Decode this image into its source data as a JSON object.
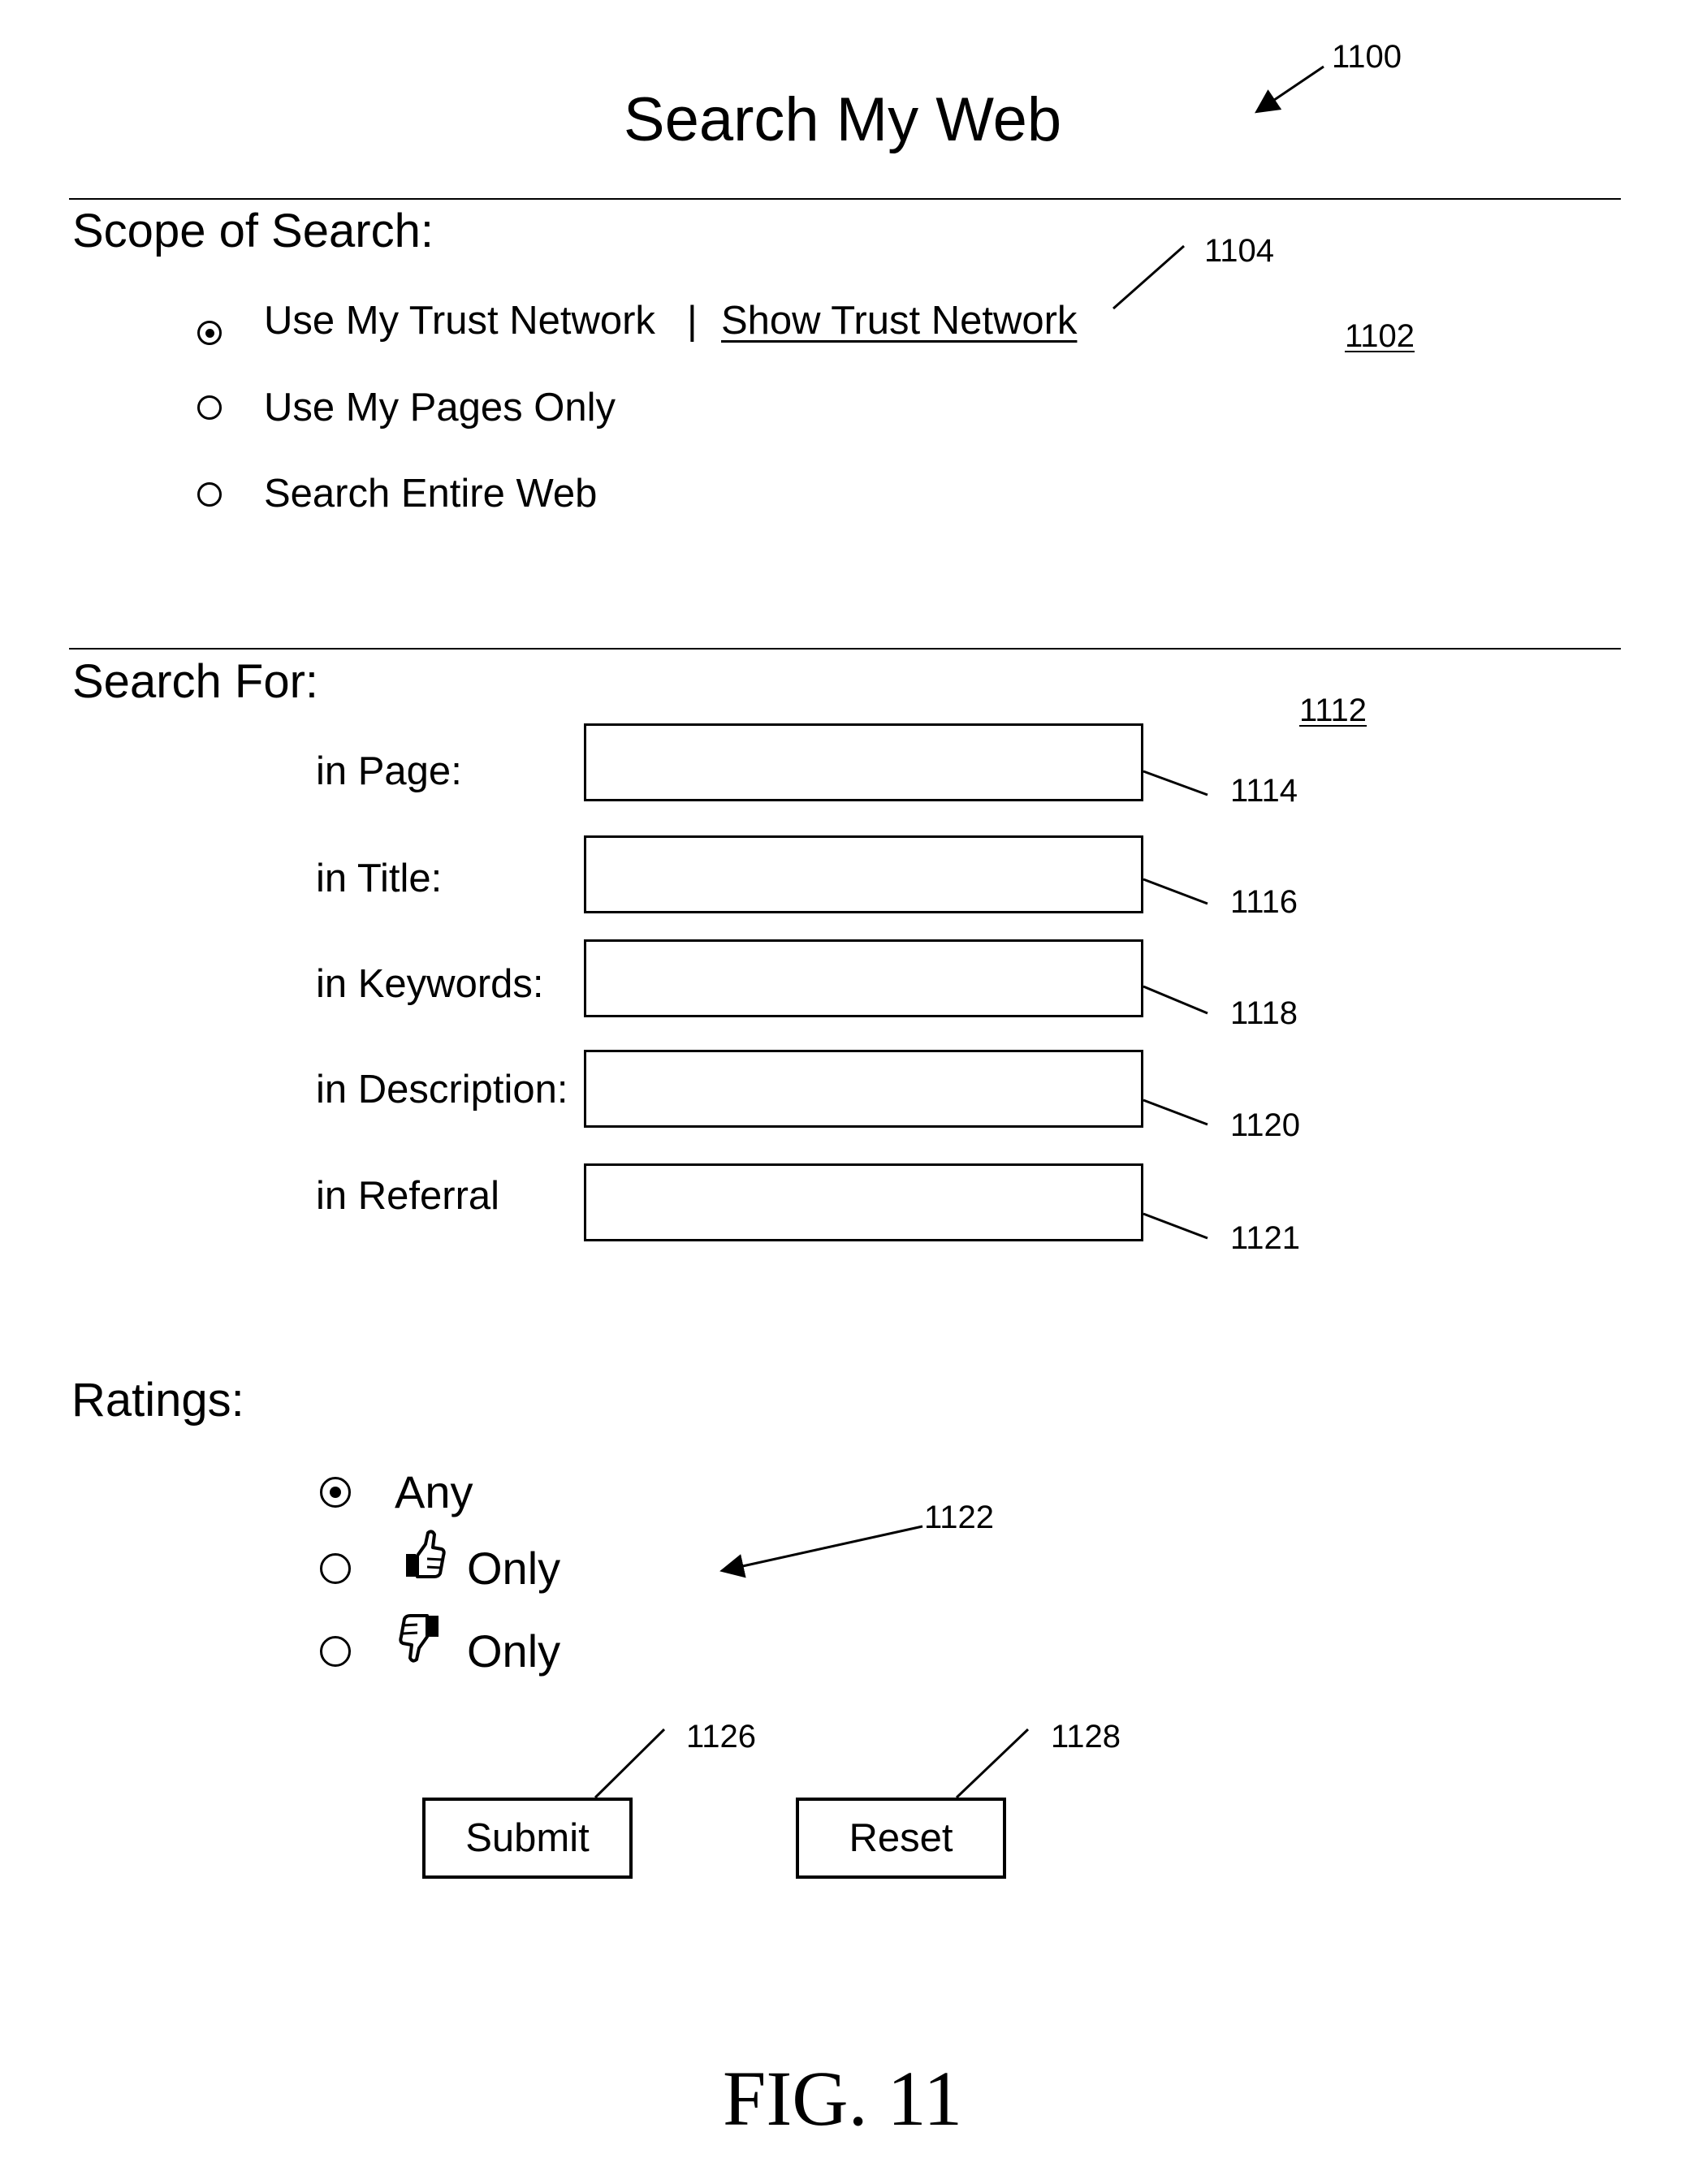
{
  "header": {
    "title": "Search My Web",
    "ref": "1100"
  },
  "scope": {
    "heading": "Scope of Search:",
    "section_ref": "1102",
    "options": [
      {
        "label": "Use My Trust Network",
        "checked": true
      },
      {
        "label": "Use My Pages Only",
        "checked": false
      },
      {
        "label": "Search Entire Web",
        "checked": false
      }
    ],
    "separator": "|",
    "link_label": "Show Trust Network",
    "link_ref": "1104"
  },
  "search_for": {
    "heading": "Search For:",
    "section_ref": "1112",
    "fields": [
      {
        "label": "in Page:",
        "value": "",
        "ref": "1114"
      },
      {
        "label": "in Title:",
        "value": "",
        "ref": "1116"
      },
      {
        "label": "in Keywords:",
        "value": "",
        "ref": "1118"
      },
      {
        "label": "in Description:",
        "value": "",
        "ref": "1120"
      },
      {
        "label": "in Referral",
        "value": "",
        "ref": "1121"
      }
    ]
  },
  "ratings": {
    "heading": "Ratings:",
    "ref": "1122",
    "options": [
      {
        "label": "Any",
        "icon": "",
        "checked": true
      },
      {
        "label": "Only",
        "icon": "thumbs-up-icon",
        "checked": false
      },
      {
        "label": "Only",
        "icon": "thumbs-down-icon",
        "checked": false
      }
    ]
  },
  "buttons": {
    "submit_label": "Submit",
    "submit_ref": "1126",
    "reset_label": "Reset",
    "reset_ref": "1128"
  },
  "figure_label": "FIG. 11"
}
